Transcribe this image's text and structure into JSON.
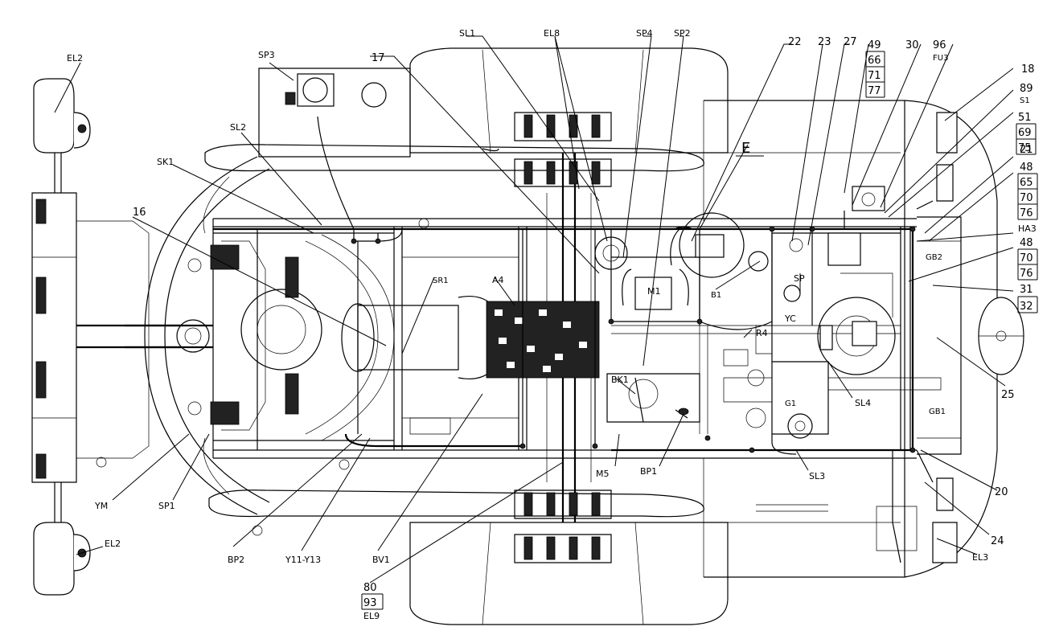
{
  "labels": {
    "el2_top": "EL2",
    "el2_bottom": "EL2",
    "sp3": "SP3",
    "sl2": "SL2",
    "sk1": "SK1",
    "n16": "16",
    "n17": "17",
    "sl1": "SL1",
    "el8": "EL8",
    "sp4": "SP4",
    "sp2": "SP2",
    "n22": "22",
    "n23": "23",
    "n27": "27",
    "n49": "49",
    "n66": "66",
    "n71": "71",
    "n77": "77",
    "n30": "30",
    "n96": "96",
    "fu3": "FU3",
    "n18": "18",
    "n89": "89",
    "s1": "S1",
    "n51": "51",
    "n69": "69",
    "n75": "75",
    "n21": "21",
    "n48a": "48",
    "n65": "65",
    "n70a": "70",
    "n76a": "76",
    "ha3": "HA3",
    "n48b": "48",
    "n70b": "70",
    "n76b": "76",
    "n31": "31",
    "n32": "32",
    "n25": "25",
    "n20": "20",
    "n24": "24",
    "el3": "EL3",
    "e": "E",
    "sr1": "SR1",
    "a4": "A4",
    "m1": "M1",
    "b1": "B1",
    "sp": "SP",
    "yc": "YC",
    "r4": "R4",
    "gb2": "GB2",
    "gb1": "GB1",
    "bk1": "BK1",
    "g1": "G1",
    "sl4": "SL4",
    "sl3": "SL3",
    "m5": "M5",
    "bp1": "BP1",
    "bp2": "BP2",
    "y11": "Y11-Y13",
    "bv1": "BV1",
    "n80": "80",
    "n93": "93",
    "el9": "EL9",
    "ym": "YM",
    "sp1": "SP1"
  }
}
